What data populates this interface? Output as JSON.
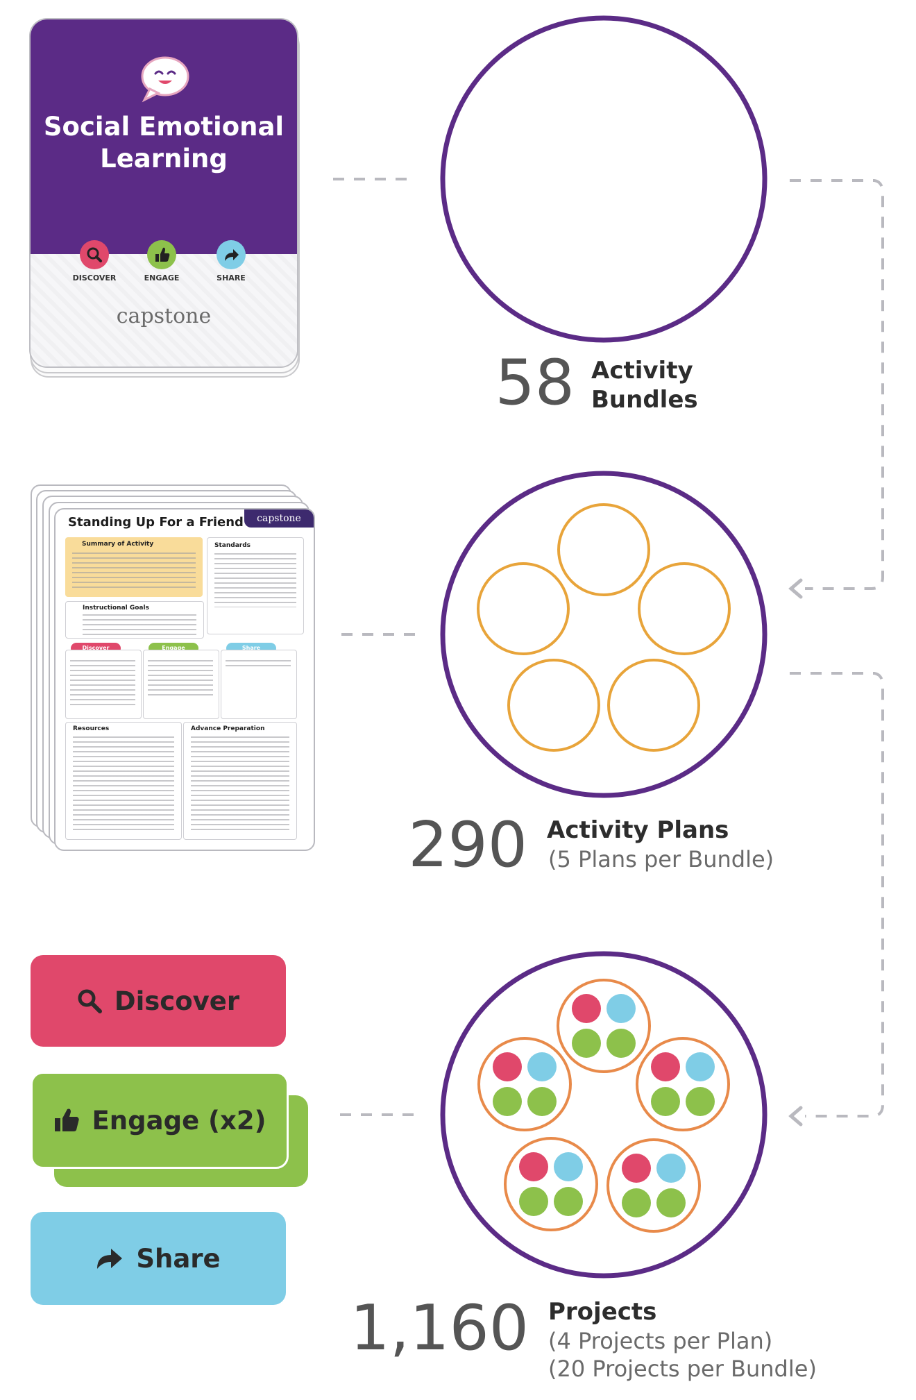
{
  "bundle": {
    "title": "Social Emotional\nLearning",
    "stages": [
      {
        "label": "DISCOVER",
        "icon": "search-icon",
        "color": "#e0486b"
      },
      {
        "label": "ENGAGE",
        "icon": "thumbs-up-icon",
        "color": "#8dc14b"
      },
      {
        "label": "SHARE",
        "icon": "share-arrow-icon",
        "color": "#7fcde6"
      }
    ],
    "logo": "capstone",
    "header_color": "#5b2b86"
  },
  "plan_sheet": {
    "title": "Standing Up For a Friend",
    "logo": "capstone",
    "sections": {
      "summary": "Summary of Activity",
      "standards": "Standards",
      "goals": "Instructional Goals",
      "resources": "Resources",
      "advance": "Advance Preparation"
    },
    "pills": [
      "Discover",
      "Engage",
      "Share"
    ]
  },
  "buttons": {
    "discover": {
      "label": "Discover",
      "icon": "search-icon",
      "color": "#e0486b"
    },
    "engage": {
      "label": "Engage (x2)",
      "icon": "thumbs-up-icon",
      "color": "#8dc14b"
    },
    "share": {
      "label": "Share",
      "icon": "share-arrow-icon",
      "color": "#7fcde6"
    }
  },
  "stats": {
    "bundles": {
      "count": "58",
      "label_line1": "Activity",
      "label_line2": "Bundles"
    },
    "plans": {
      "count": "290",
      "label": "Activity Plans",
      "sub": "(5 Plans per Bundle)"
    },
    "projects": {
      "count": "1,160",
      "label": "Projects",
      "sub1": "(4 Projects per Plan)",
      "sub2": "(20 Projects per Bundle)"
    }
  },
  "colors": {
    "circle": "#5b2b86",
    "plan_ring": "#e8a43a",
    "project_ring": "#e88a4a",
    "dot_red": "#e0486b",
    "dot_blue": "#7fcde6",
    "dot_green": "#8dc14b",
    "connector": "#b9b9bf"
  }
}
